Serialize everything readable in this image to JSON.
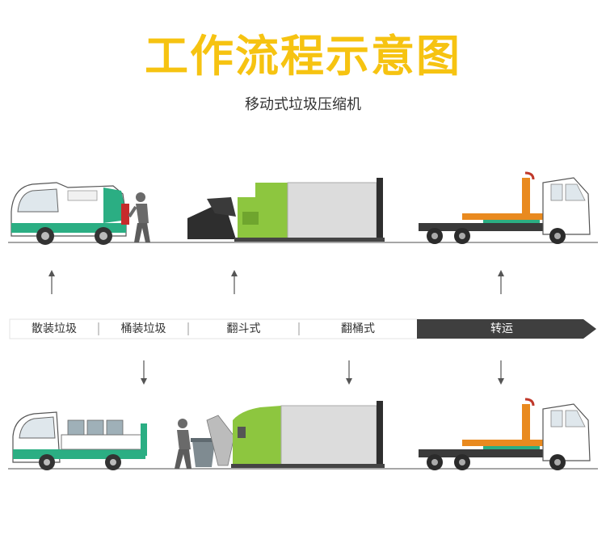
{
  "title": "工作流程示意图",
  "subtitle": "移动式垃圾压缩机",
  "stages": [
    {
      "label": "散装垃圾"
    },
    {
      "label": "桶装垃圾"
    },
    {
      "label": "翻斗式"
    },
    {
      "label": "翻桶式"
    },
    {
      "label": "转运"
    }
  ],
  "colors": {
    "title": "#F6C311",
    "green": "#2BAE83",
    "lime": "#8DC63F",
    "orange": "#E98A1F",
    "dark": "#2B2B2B",
    "gray": "#9A9A9A",
    "banner_active": "#3F3F3F"
  },
  "icons": [
    "up-arrow-icon",
    "down-arrow-icon",
    "chevron-separator-icon"
  ]
}
